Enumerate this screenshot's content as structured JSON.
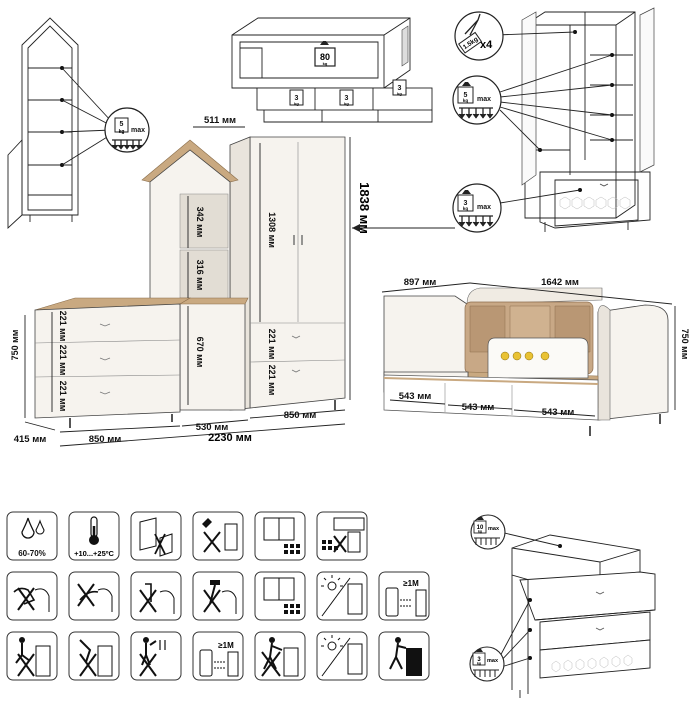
{
  "dimensions": {
    "top_width": "511 мм",
    "total_height": "1838 мм",
    "shelf_upper": "342 мм",
    "shelf_lower": "316 мм",
    "wardrobe_upper": "1308 мм",
    "cabinet_height": "670 мм",
    "wardrobe_drawer_1": "221 мм",
    "wardrobe_drawer_2": "221 мм",
    "chest_drawer_1": "221 мм",
    "chest_drawer_2": "221 мм",
    "chest_drawer_3": "221 мм",
    "chest_height": "750 мм",
    "depth": "415 мм",
    "chest_width": "850 мм",
    "cabinet_width": "530 мм",
    "wardrobe_width": "850 мм",
    "total_width": "2230 мм",
    "bed_depth": "897 мм",
    "bed_length": "1642 мм",
    "bed_height": "750 мм",
    "bed_drawer_1": "543 мм",
    "bed_drawer_2": "543 мм",
    "bed_drawer_3": "543 мм"
  },
  "weights": {
    "shelf_load": "5",
    "shelf_unit": "kg",
    "shelf_max": "max",
    "bed_top_load": "80",
    "bed_top_unit": "kg",
    "bed_drawer_load": "3",
    "bed_drawer_unit": "kg",
    "hanger_load": "1.5kg",
    "hanger_count": "x4",
    "wardrobe_shelf_load": "5",
    "wardrobe_shelf_unit": "kg",
    "wardrobe_shelf_max": "max",
    "wardrobe_drawer_load": "3",
    "wardrobe_drawer_unit": "kg",
    "wardrobe_drawer_max": "max",
    "chest_top_load": "10",
    "chest_top_unit": "kg",
    "chest_top_max": "max",
    "chest_drawer_load": "3",
    "chest_drawer_unit": "kg",
    "chest_drawer_max": "max"
  },
  "care_labels": {
    "humidity": "60-70%",
    "temperature": "+10...+25ºC",
    "distance_1": "≥1M",
    "distance_2": "≥1M"
  },
  "colors": {
    "body": "#f6f3ee",
    "wood": "#c9a981",
    "cushion": "#c8a886",
    "outline": "#333333"
  }
}
